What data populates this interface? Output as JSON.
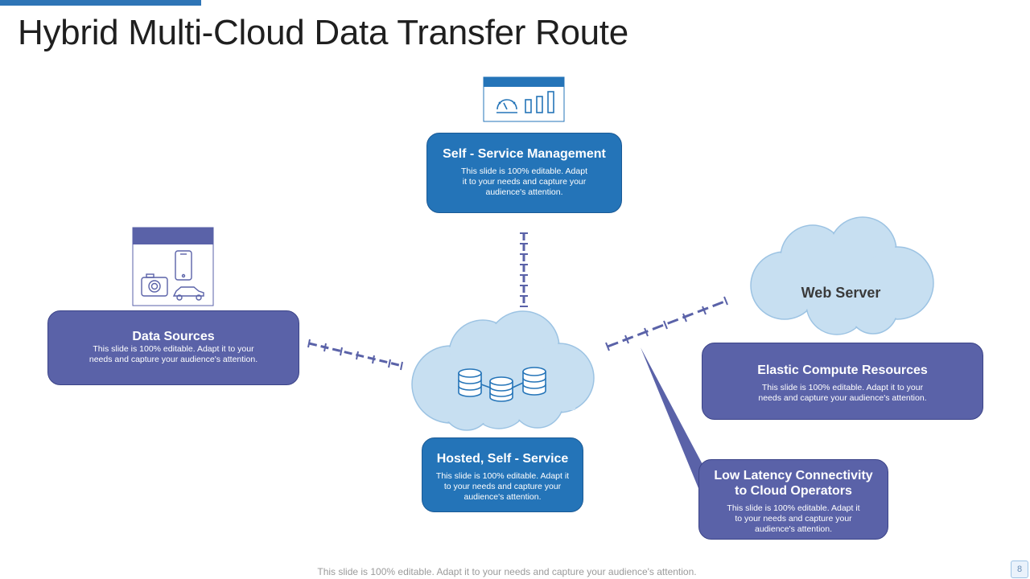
{
  "slide": {
    "title": "Hybrid Multi-Cloud Data Transfer Route",
    "footer": "This slide is 100% editable. Adapt it to your needs and capture your audience's attention.",
    "page_number": "8"
  },
  "nodes": {
    "self_service": {
      "title": "Self - Service Management",
      "body": "This slide is 100% editable. Adapt it to your needs and capture your audience's attention."
    },
    "data_sources": {
      "title": "Data Sources",
      "body": "This slide is 100% editable. Adapt it to your needs and capture your audience's attention."
    },
    "hosted": {
      "title": "Hosted, Self - Service",
      "body": "This slide is 100% editable. Adapt it to your needs and capture your audience's attention."
    },
    "web_server": {
      "label": "Web Server"
    },
    "elastic": {
      "title": "Elastic Compute Resources",
      "body": "This slide is 100% editable. Adapt it to your needs and capture your audience's attention."
    },
    "low_latency": {
      "title": "Low Latency Connectivity to Cloud Operators",
      "body": "This slide is 100% editable. Adapt it to your needs and capture your audience's attention."
    }
  },
  "icons": {
    "dashboard": "dashboard-icon",
    "devices": "devices-icon",
    "database": "database-icon",
    "cloud": "cloud-icon"
  },
  "colors": {
    "accent_blue": "#2474b8",
    "accent_purple": "#5a62a8",
    "cloud_fill": "#c7dff1",
    "cloud_stroke": "#9cc3e3"
  }
}
